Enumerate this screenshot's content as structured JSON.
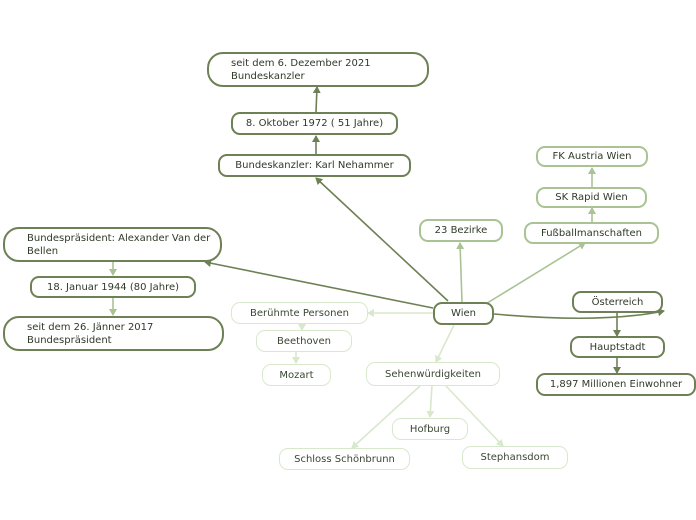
{
  "center": {
    "label": "Wien"
  },
  "chancellor": {
    "title": "Bundeskanzler: Karl Nehammer",
    "born": "8. Oktober 1972 ( 51 Jahre)",
    "since": "seit dem 6. Dezember 2021 Bundeskanzler"
  },
  "president": {
    "title": "Bundespräsident: Alexander Van der Bellen",
    "born": "18. Januar 1944 (80 Jahre)",
    "since": "seit dem 26. Jänner 2017 Bundespräsident"
  },
  "districts": {
    "label": "23 Bezirke"
  },
  "football": {
    "label": "Fußballmanschaften",
    "teams": [
      "SK Rapid Wien",
      "FK Austria Wien"
    ]
  },
  "austria": {
    "label": "Österreich",
    "capital": "Hauptstadt",
    "population": "1,897 Millionen Einwohner"
  },
  "famous": {
    "label": "Berühmte Personen",
    "people": [
      "Beethoven",
      "Mozart"
    ]
  },
  "sights": {
    "label": "Sehenwürdigkeiten",
    "items": [
      "Hofburg",
      "Schloss Schönbrunn",
      "Stephansdom"
    ]
  },
  "colors": {
    "dark": "#6e8055",
    "medium": "#a9c394",
    "light": "#d8e8cc"
  }
}
